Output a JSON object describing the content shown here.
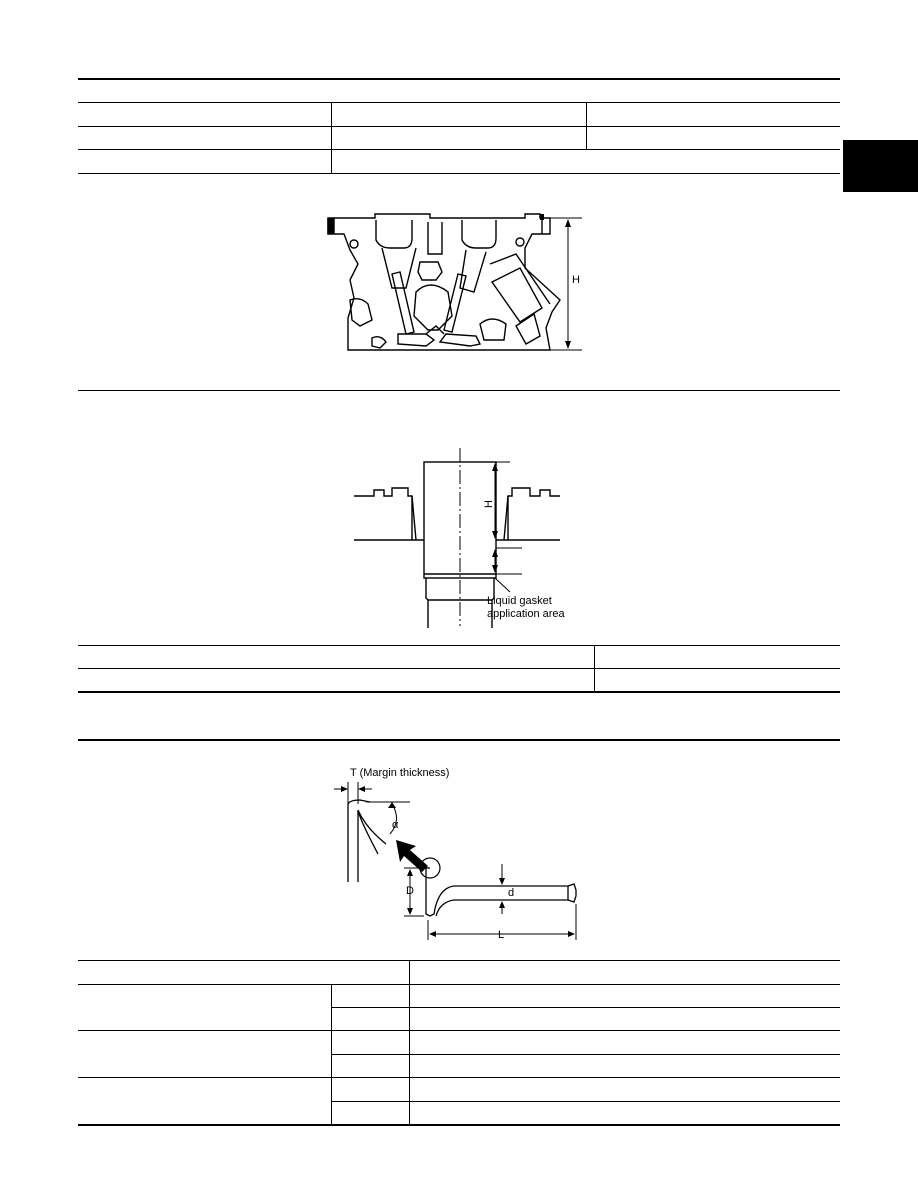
{
  "section_tab": {
    "label": ""
  },
  "figure1": {
    "dim_label": "H"
  },
  "figure2": {
    "dim_label": "H",
    "note_line1": "Liquid gasket",
    "note_line2": "application area"
  },
  "figure3": {
    "title": "T (Margin thickness)",
    "alpha_label": "α",
    "D_label": "D",
    "d_label": "d",
    "L_label": "L"
  }
}
